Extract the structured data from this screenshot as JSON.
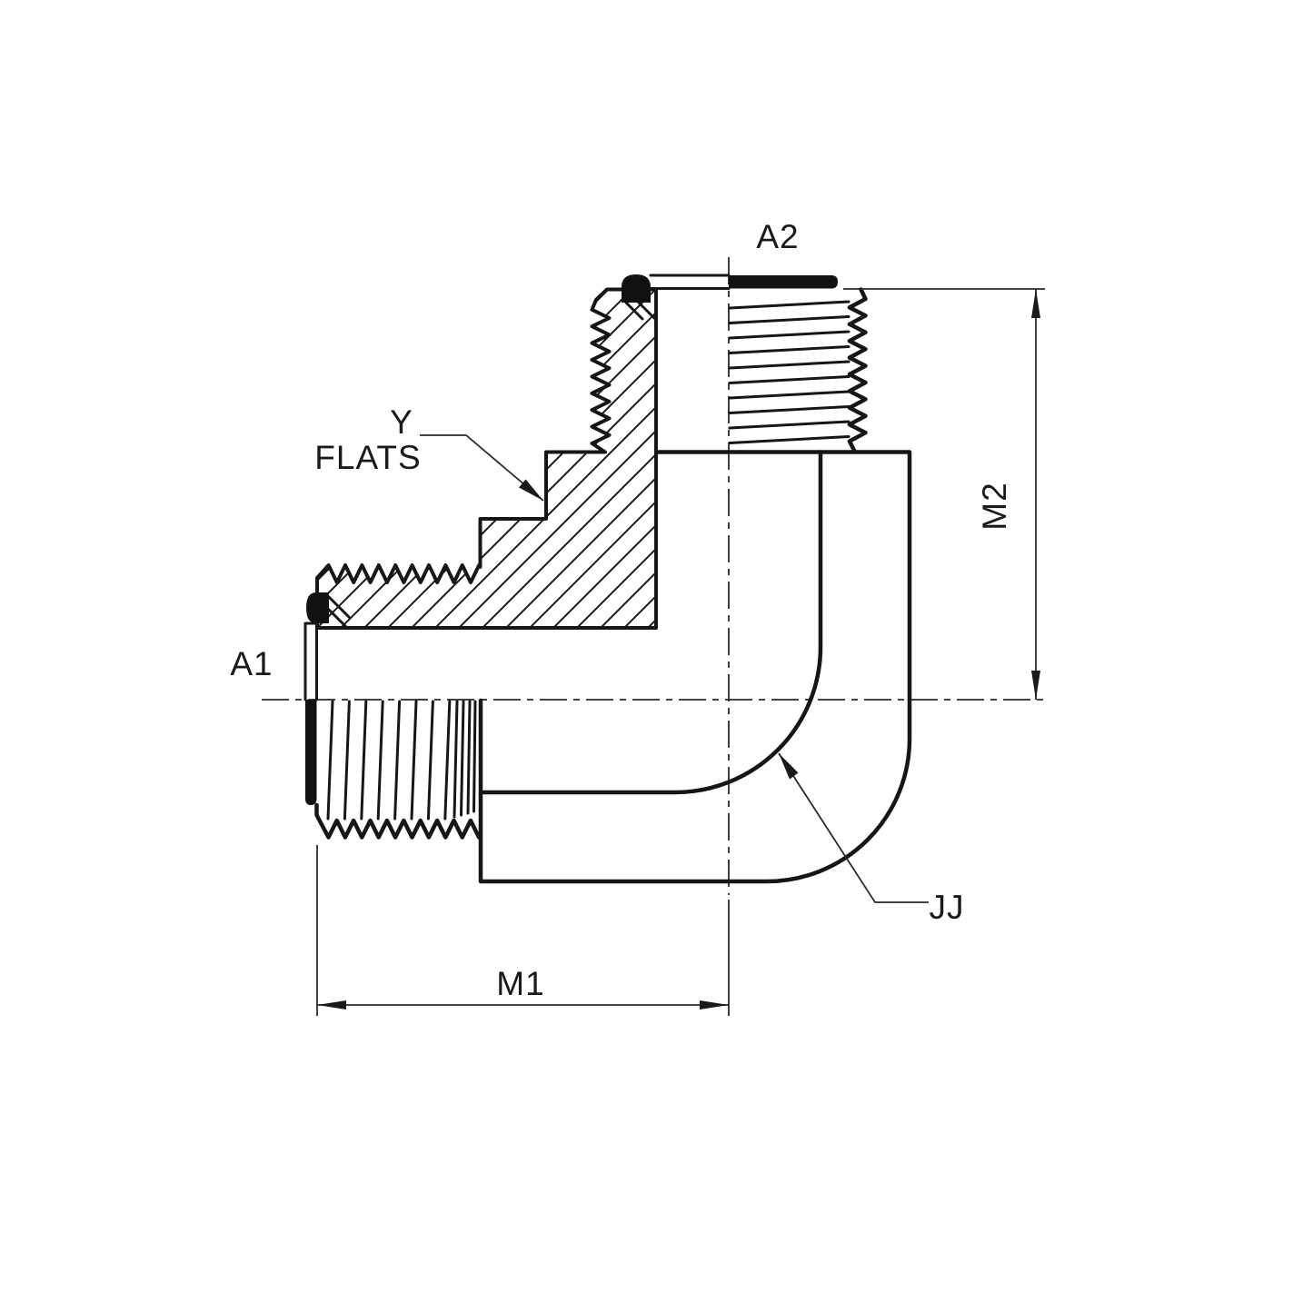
{
  "drawing": {
    "labels": {
      "a1": "A1",
      "a2": "A2",
      "y": "Y",
      "flats": "FLATS",
      "m1": "M1",
      "m2": "M2",
      "jj": "JJ"
    },
    "colors": {
      "line": "#1a1a1a",
      "background": "#ffffff",
      "oring_fill": "#111111"
    }
  }
}
